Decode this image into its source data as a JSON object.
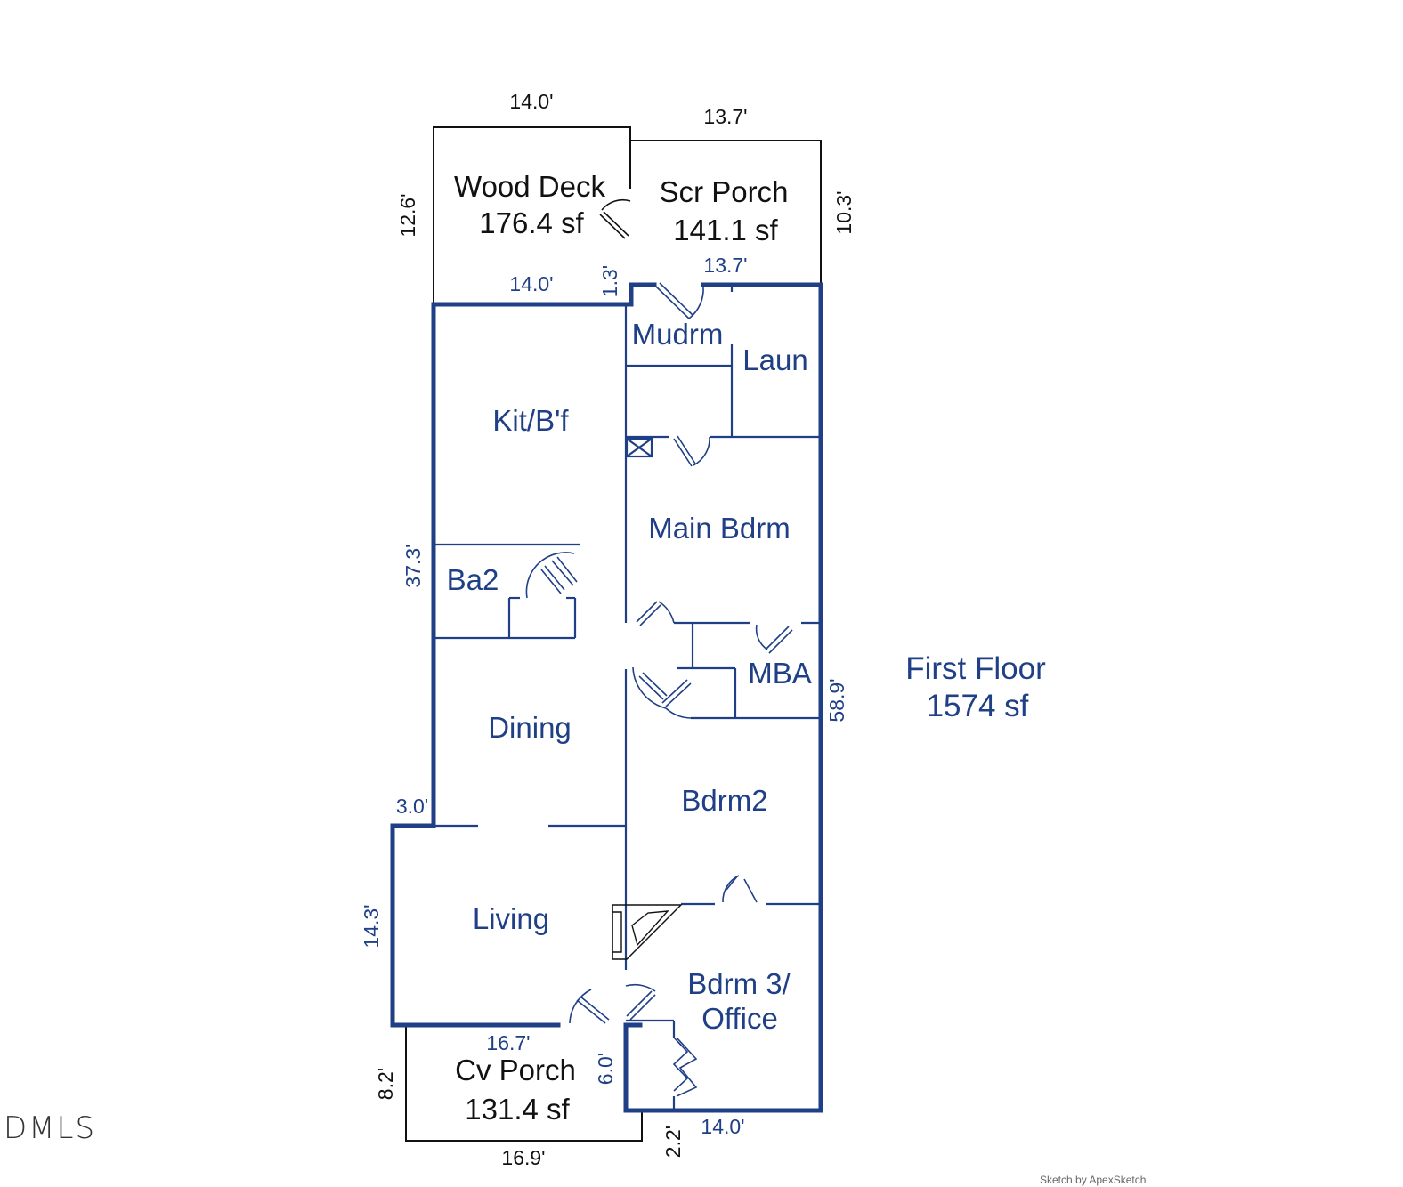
{
  "summary": {
    "title": "First Floor",
    "area": "1574 sf"
  },
  "rooms": {
    "wood_deck": {
      "name": "Wood Deck",
      "area": "176.4 sf"
    },
    "scr_porch": {
      "name": "Scr Porch",
      "area": "141.1 sf"
    },
    "cv_porch": {
      "name": "Cv Porch",
      "area": "131.4 sf"
    },
    "mudrm": "Mudrm",
    "laun": "Laun",
    "kit": "Kit/B'f",
    "main_bdrm": "Main Bdrm",
    "ba2": "Ba2",
    "mba": "MBA",
    "dining": "Dining",
    "bdrm2": "Bdrm2",
    "living": "Living",
    "bdrm3_line1": "Bdrm 3/",
    "bdrm3_line2": "Office"
  },
  "dimensions": {
    "deck_top": "14.0'",
    "porch_top": "13.7'",
    "deck_left": "12.6'",
    "porch_right": "10.3'",
    "deck_bottom": "14.0'",
    "step": "1.3'",
    "porch_bottom": "13.7'",
    "house_left": "37.3'",
    "house_right": "58.9'",
    "jog": "3.0'",
    "living_left": "14.3'",
    "cvporch_top": "16.7'",
    "cvporch_right": "6.0'",
    "cvporch_left": "8.2'",
    "cvporch_bottom": "16.9'",
    "front_step": "2.2'",
    "house_bottom": "14.0'"
  },
  "watermark": "DMLS",
  "credit": "Sketch by ApexSketch",
  "colors": {
    "walls": "#1f3f86",
    "outline": "#111111",
    "background": "#ffffff"
  }
}
